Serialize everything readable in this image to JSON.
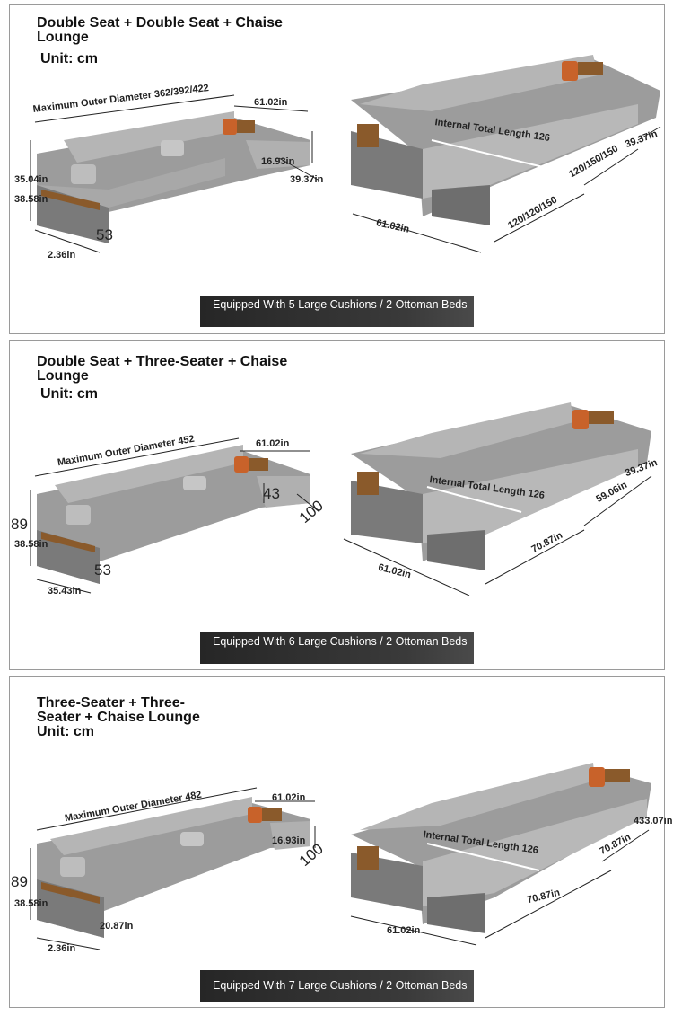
{
  "panels": [
    {
      "title": "Double Seat + Double Seat + Chaise Lounge",
      "unit": "Unit: cm",
      "left": {
        "outer": "Maximum Outer Diameter 362/392/422",
        "width": "61.02in",
        "chaise_h": "16.93in",
        "chaise_d": "39.37in",
        "height_a": "35.04in",
        "height_b": "38.58in",
        "arm": "53",
        "depth": "2.36in"
      },
      "right": {
        "internal": "Internal Total Length 126",
        "bed_width": "61.02in",
        "len_a": "120/120/150",
        "len_b": "120/150/150",
        "chaise": "39.37in"
      },
      "banner": "Equipped With 5 Large Cushions / 2 Ottoman Beds"
    },
    {
      "title": "Double Seat + Three-Seater + Chaise Lounge",
      "unit": "Unit: cm",
      "left": {
        "outer": "Maximum Outer Diameter 452",
        "width": "61.02in",
        "chaise_h": "43",
        "chaise_d": "100",
        "height_a": "89",
        "height_b": "38.58in",
        "arm": "53",
        "depth": "35.43in"
      },
      "right": {
        "internal": "Internal Total Length 126",
        "bed_width": "61.02in",
        "len_a": "70.87in",
        "len_b": "59.06in",
        "chaise": "39.37in"
      },
      "banner": "Equipped With 6 Large Cushions / 2 Ottoman Beds"
    },
    {
      "title": "Three-Seater + Three-Seater + Chaise Lounge Unit: cm",
      "unit": "",
      "left": {
        "outer": "Maximum Outer Diameter 482",
        "width": "61.02in",
        "chaise_h": "16.93in",
        "chaise_d": "100",
        "height_a": "89",
        "height_b": "38.58in",
        "arm": "20.87in",
        "depth": "2.36in"
      },
      "right": {
        "internal": "Internal Total Length 126",
        "bed_width": "61.02in",
        "len_a": "70.87in",
        "len_b": "70.87in",
        "chaise": "433.07in"
      },
      "banner": "Equipped With 7 Large Cushions / 2 Ottoman Beds"
    }
  ],
  "colors": {
    "sofa": "#9c9c9c",
    "sofa_dark": "#6e6e6e",
    "sofa_light": "#b8b8b8",
    "wood": "#8a5a2b",
    "pillow": "#c8622a",
    "banner": "#2b2b2b"
  }
}
